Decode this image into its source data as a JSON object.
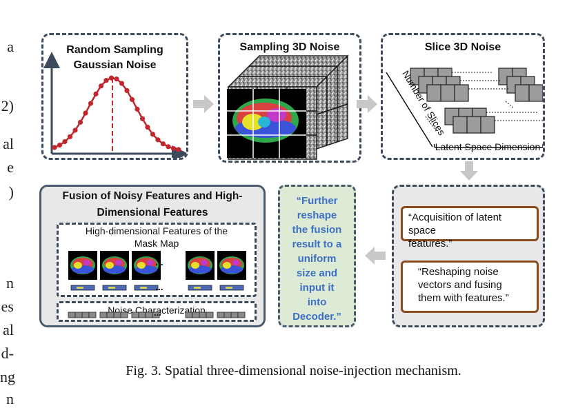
{
  "side_text": [
    "a",
    "2)",
    "al",
    "e",
    ")",
    "n",
    "es",
    "al",
    "d-",
    "ng",
    "n"
  ],
  "panels": {
    "random_sampling": {
      "title_line1": "Random Sampling",
      "title_line2": "Gaussian Noise"
    },
    "sampling_3d": {
      "title": "Sampling 3D Noise"
    },
    "slice_3d": {
      "title": "Slice 3D Noise",
      "y_label": "Number of Slices",
      "x_label": "Latent Space Dimension"
    },
    "fusion": {
      "title_line1": "Fusion of Noisy Features and High-",
      "title_line2": "Dimensional Features",
      "sub1_line1": "High-dimensional Features of the",
      "sub1_line2": "Mask Map",
      "ellipsis": "...",
      "sub2": "Noise Characterization"
    },
    "reshape": {
      "lines": [
        "“Further",
        "reshape",
        "the fusion",
        "result to a",
        "uniform",
        "size and",
        "input it",
        "into",
        "Decoder.”"
      ]
    },
    "steps": {
      "step1_line1": "“Acquisition of latent space",
      "step1_line2": "features.”",
      "step2_line1": "“Reshaping noise",
      "step2_line2": "vectors and fusing",
      "step2_line3": "them with features.”"
    }
  },
  "caption": "Fig. 3.  Spatial three-dimensional noise-injection mechanism.",
  "colors": {
    "curve": "#c0282d",
    "border": "#3c4a5c",
    "note_border": "#8a4a1a",
    "green_bg": "#dcead6",
    "blue_text": "#3d6fc4",
    "arrow": "#c8c8c8"
  }
}
